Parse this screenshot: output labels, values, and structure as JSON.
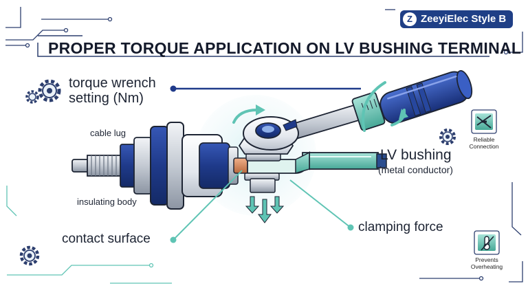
{
  "brand": {
    "logo_letter": "Z",
    "name": "ZeeyiElec Style B"
  },
  "title": "PROPER TORQUE APPLICATION ON LV BUSHING TERMINAL",
  "labels": {
    "torque_wrench_line1": "torque wrench",
    "torque_wrench_line2": "setting (Nm)",
    "cable_lug": "cable lug",
    "insulating_body": "insulating body",
    "lv_bushing": "LV bushing",
    "metal_conductor": "(metal conductor)",
    "contact_surface": "contact surface",
    "clamping_force": "clamping force"
  },
  "badges": {
    "reliable_line1": "Reliable",
    "reliable_line2": "Connection",
    "prevents_line1": "Prevents",
    "prevents_line2": "Overheating"
  },
  "colors": {
    "navy": "#1f3a8a",
    "teal": "#5fc4b4",
    "copper": "#d98b5f",
    "steel": "#c9cfd8"
  },
  "icons": [
    "gear-icon",
    "cable-cross-icon",
    "thermometer-icon",
    "force-arrow-icon",
    "rotation-arrow-icon"
  ]
}
